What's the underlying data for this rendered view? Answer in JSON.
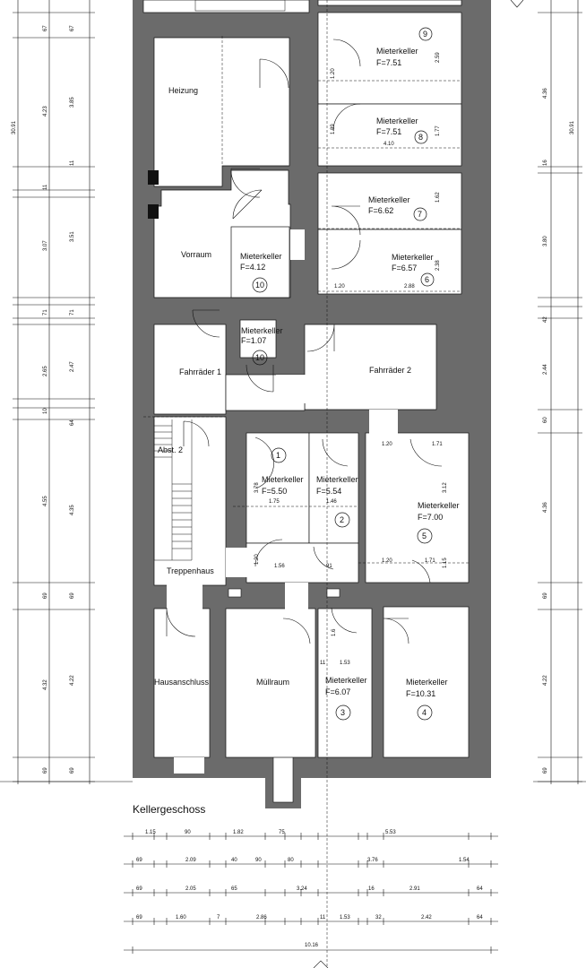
{
  "plan_title": "Kellergeschoss",
  "rooms": {
    "heizung": "Heizung",
    "vorraum": "Vorraum",
    "fahrraeder1": "Fahrräder 1",
    "fahrraeder2": "Fahrräder 2",
    "abst2": "Abst. 2",
    "treppenhaus": "Treppenhaus",
    "hausanschluss": "Hausanschluss",
    "muellraum": "Müllraum",
    "mk9_name": "Mieterkeller",
    "mk9_area": "F=7.51",
    "mk9_num": "9",
    "mk8_name": "Mieterkeller",
    "mk8_area": "F=7.51",
    "mk8_num": "8",
    "mk7_name": "Mieterkeller",
    "mk7_area": "F=6.62",
    "mk7_num": "7",
    "mk6_name": "Mieterkeller",
    "mk6_area": "F=6.57",
    "mk6_num": "6",
    "mk10a_name": "Mieterkeller",
    "mk10a_area": "F=4.12",
    "mk10a_num": "10",
    "mk10b_name": "Mieterkeller",
    "mk10b_area": "F=1.07",
    "mk10b_num": "10",
    "mk1_name": "Mieterkeller",
    "mk1_area": "F=5.50",
    "mk1_num": "1",
    "mk2_name": "Mieterkeller",
    "mk2_area": "F=5.54",
    "mk2_num": "2",
    "mk5_name": "Mieterkeller",
    "mk5_area": "F=7.00",
    "mk5_num": "5",
    "mk3_name": "Mieterkeller",
    "mk3_area": "F=6.07",
    "mk3_num": "3",
    "mk4_name": "Mieterkeller",
    "mk4_area": "F=10.31",
    "mk4_num": "4"
  },
  "inner_dims": {
    "d120a": "1.20",
    "d259": "2.59",
    "d410": "4.10",
    "d177": "1.77",
    "d189": "1.89",
    "d162": "1.62",
    "d120b": "1.20",
    "d288": "2.88",
    "d238": "2.38",
    "d378": "3.78",
    "d175": "1.75",
    "d146": "1.46",
    "d120c": "1.20",
    "d156": "1.56",
    "d91": "91",
    "d120d": "1.20",
    "d171a": "1.71",
    "d312": "3.12",
    "d120e": "1.20",
    "d171b": "1.71",
    "d115": "1.15",
    "d11": "11",
    "d153": "1.53",
    "d1b": "1.6"
  },
  "left_dims": {
    "outer": [
      "67",
      "4.23",
      "11",
      "3.07",
      "71",
      "2.65",
      "10",
      "4.55",
      "69",
      "4.32",
      "69"
    ],
    "inner": [
      "67",
      "3.85",
      "11",
      "3.51",
      "71",
      "2.47",
      "64",
      "4.35",
      "69",
      "4.22",
      "69"
    ],
    "total": "30.91"
  },
  "right_dims": {
    "outer": [
      "4.36",
      "16",
      "3.80",
      "42",
      "2.44",
      "60",
      "4.36",
      "69",
      "4.22",
      "69"
    ],
    "total": "30.91"
  },
  "bottom_dims": {
    "row1": [
      "1.15",
      "90",
      "1.82",
      "75",
      "5.53"
    ],
    "row2": [
      "69",
      "2.09",
      "40",
      "90",
      "80",
      "3.76",
      "1.54"
    ],
    "row3": [
      "69",
      "2.05",
      "65",
      "3.24",
      "16",
      "2.91",
      "64"
    ],
    "row4": [
      "69",
      "1.60",
      "7",
      "2.86",
      "11",
      "1.53",
      "32",
      "2.42",
      "64"
    ],
    "total": "10.16"
  },
  "colors": {
    "wall": "#6b6b6b",
    "line": "#111111"
  }
}
